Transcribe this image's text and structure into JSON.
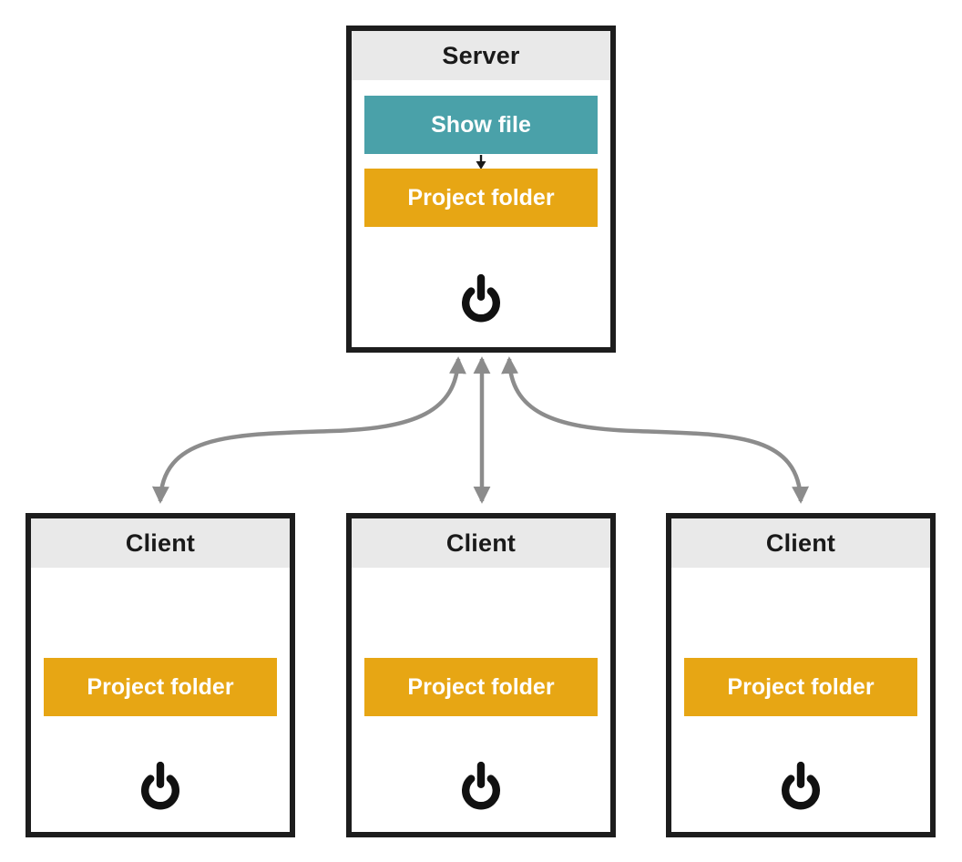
{
  "diagram": {
    "title_hint": "server-client file sync diagram",
    "server": {
      "title": "Server",
      "show_file_label": "Show file",
      "project_folder_label": "Project folder",
      "icons": [
        "power-icon"
      ]
    },
    "clients": [
      {
        "title": "Client",
        "project_folder_label": "Project folder",
        "icons": [
          "power-icon"
        ]
      },
      {
        "title": "Client",
        "project_folder_label": "Project folder",
        "icons": [
          "power-icon"
        ]
      },
      {
        "title": "Client",
        "project_folder_label": "Project folder",
        "icons": [
          "power-icon"
        ]
      }
    ],
    "links": [
      {
        "from": "server.show_file",
        "to": "server.project_folder",
        "style": "single-arrow-down",
        "color": "#1a1a1a"
      },
      {
        "from": "server",
        "to": "client-1",
        "style": "double-headed-curved",
        "color": "#8c8c8c"
      },
      {
        "from": "server",
        "to": "client-2",
        "style": "double-headed-straight",
        "color": "#8c8c8c"
      },
      {
        "from": "server",
        "to": "client-3",
        "style": "double-headed-curved",
        "color": "#8c8c8c"
      }
    ],
    "colors": {
      "teal": "#4aa1a9",
      "amber": "#e7a614",
      "header_gray": "#e9e9e9",
      "node_border": "#1d1d1d",
      "arrow_gray": "#8c8c8c",
      "label_text": "#ffffff",
      "title_text": "#1a1a1a",
      "background": "#ffffff"
    }
  }
}
